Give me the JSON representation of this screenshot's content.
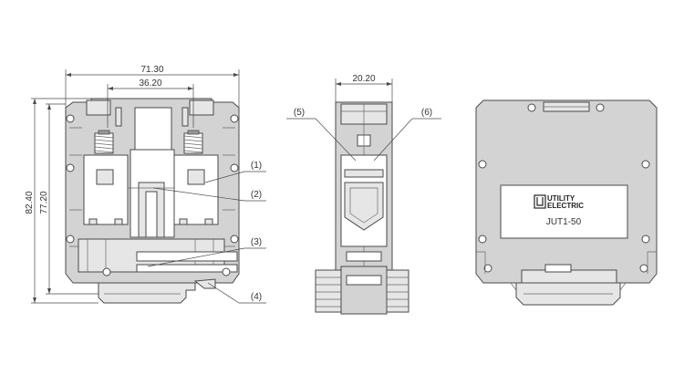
{
  "dimensions": {
    "overall_width": "71.30",
    "inner_width": "36.20",
    "side_width": "20.20",
    "overall_height": "82.40",
    "inner_height": "77.20"
  },
  "callouts": {
    "c1": "(1)",
    "c2": "(2)",
    "c3": "(3)",
    "c4": "(4)",
    "c5": "(5)",
    "c6": "(6)"
  },
  "label_plate": {
    "brand_line1": "UTILITY",
    "brand_line2": "ELECTRIC",
    "model": "JUT1-50"
  },
  "colors": {
    "body_fill": "#d3d3d3",
    "line": "#4a4a4a"
  }
}
